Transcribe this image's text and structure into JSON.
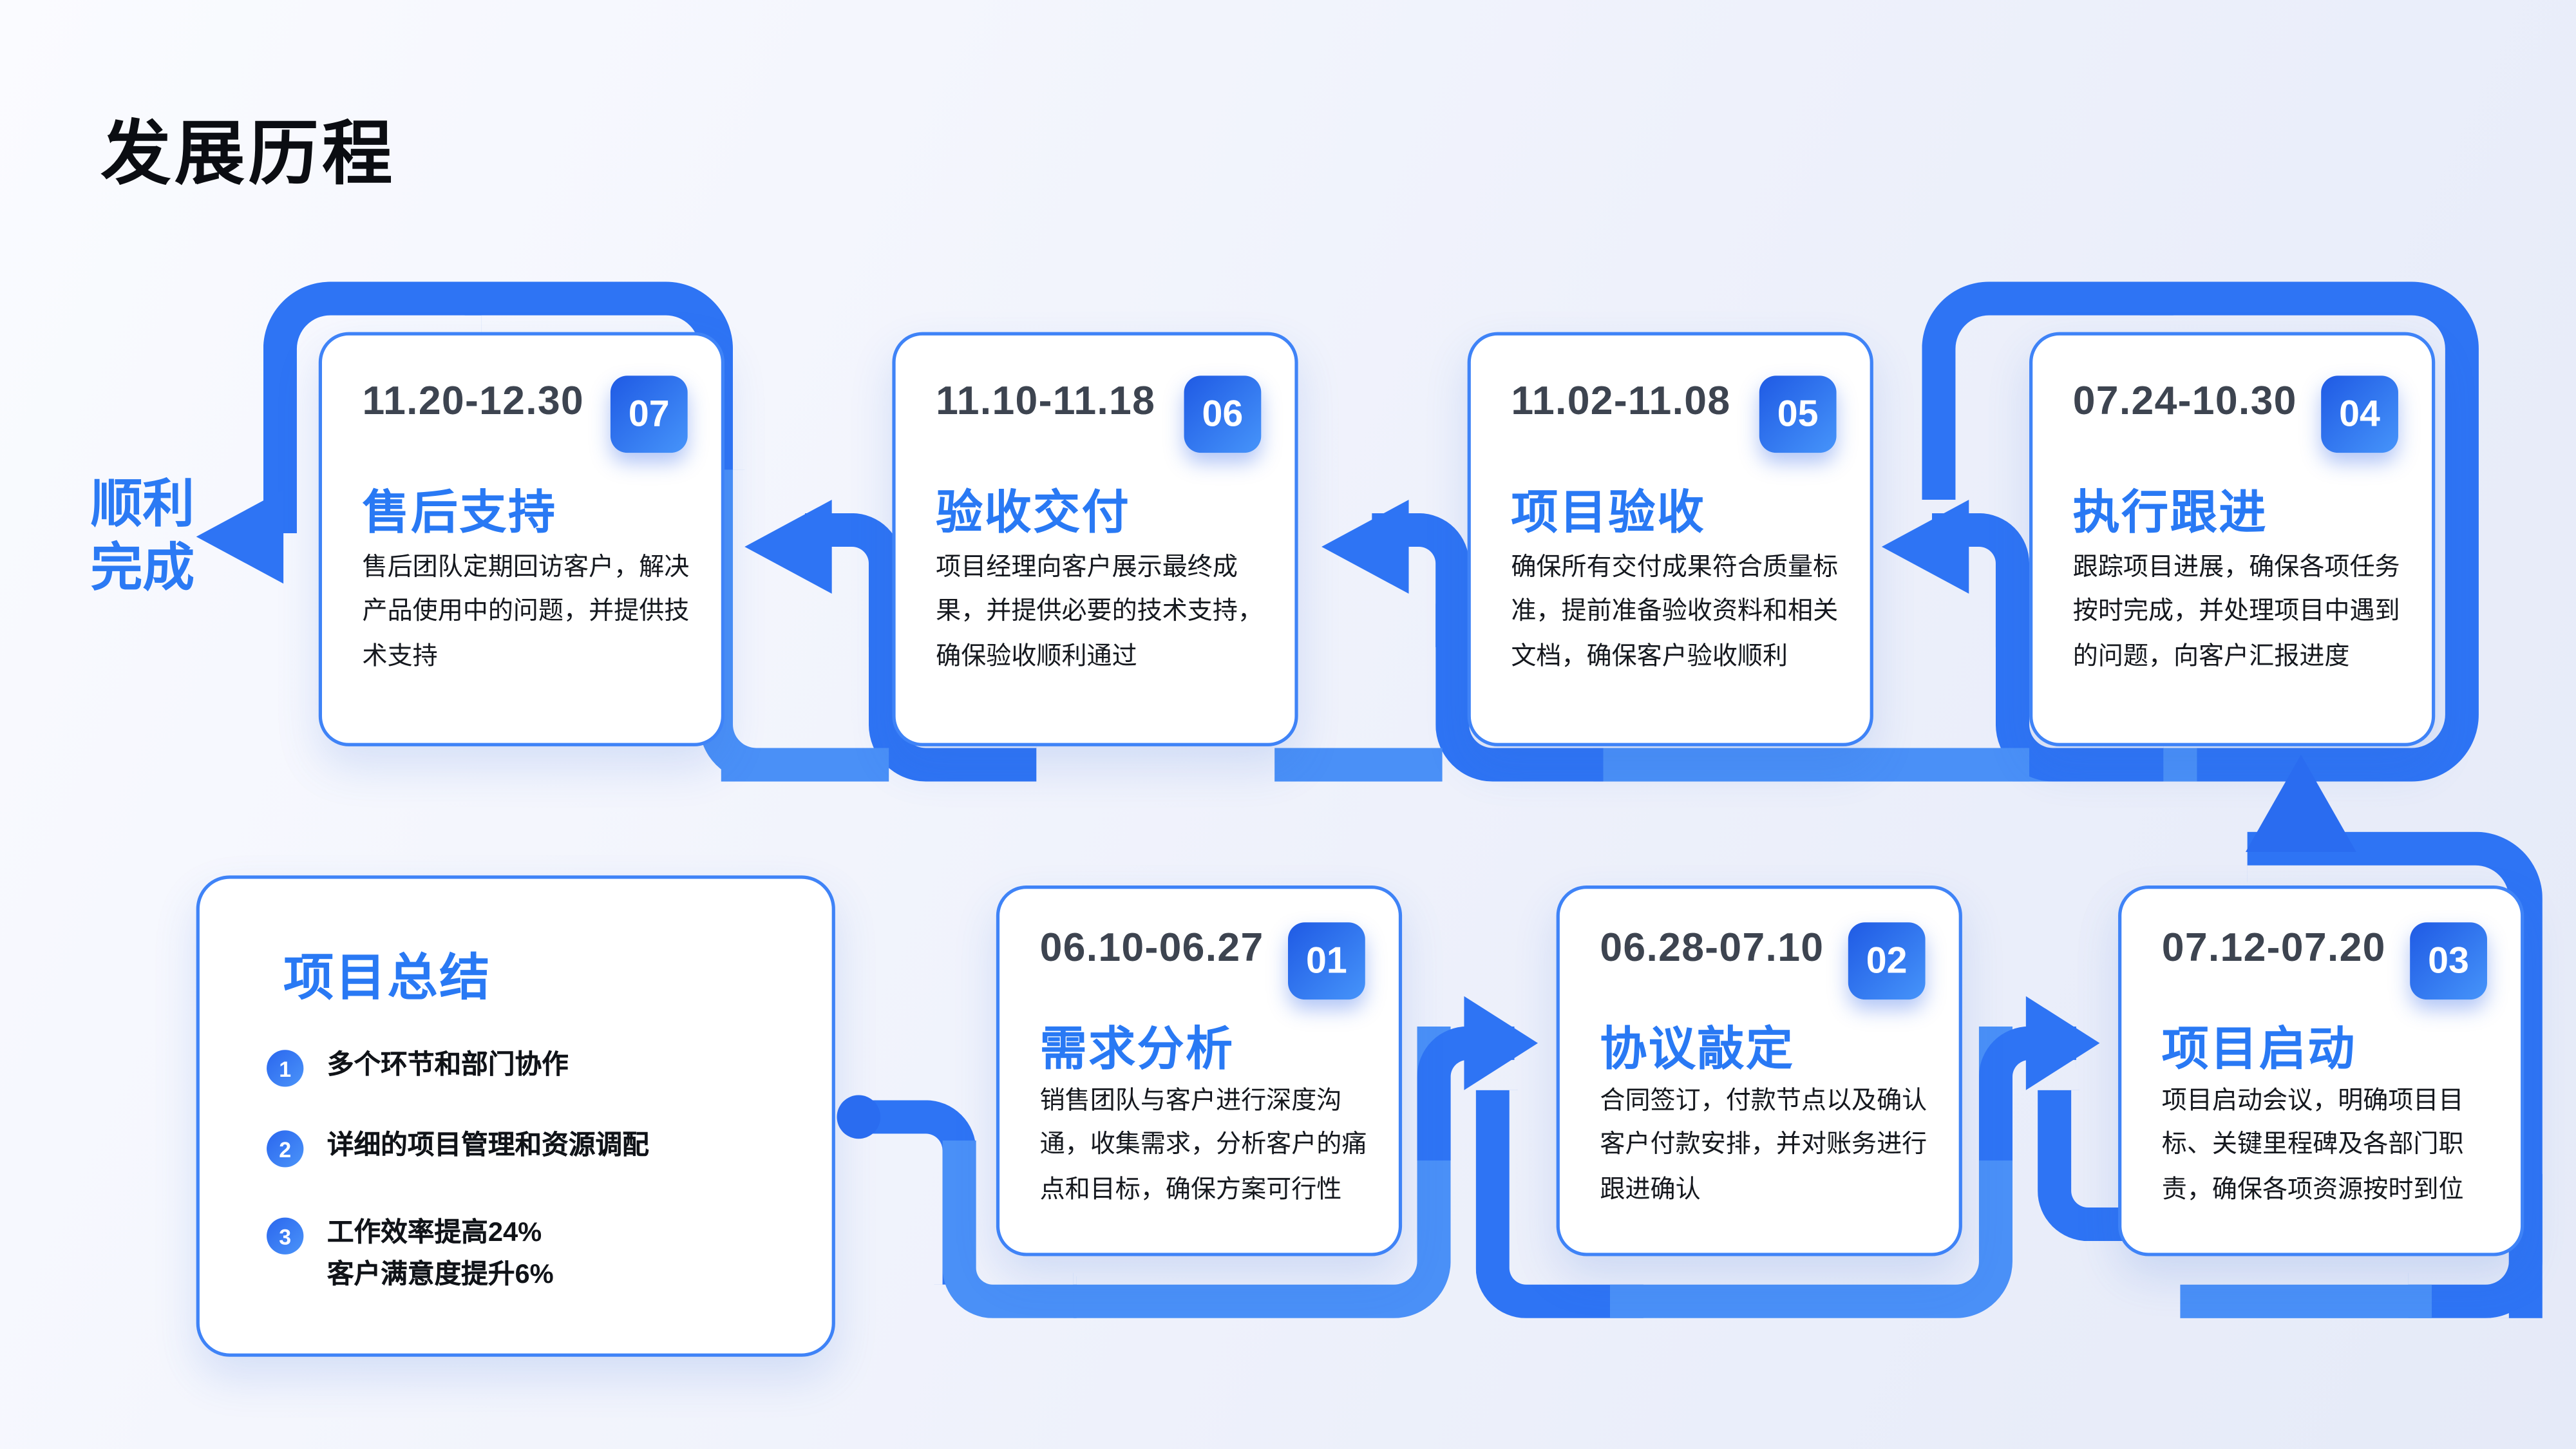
{
  "page": {
    "title": "发展历程"
  },
  "finish": {
    "label": "顺利\n完成"
  },
  "summary": {
    "title": "项目总结",
    "items": [
      {
        "num": "1",
        "text": "多个环节和部门协作"
      },
      {
        "num": "2",
        "text": "详细的项目管理和资源调配"
      },
      {
        "num": "3",
        "text": "工作效率提高24%\n客户满意度提升6%"
      }
    ]
  },
  "steps": [
    {
      "num": "01",
      "date": "06.10-06.27",
      "title": "需求分析",
      "desc": "销售团队与客户进行深度沟通，收集需求，分析客户的痛点和目标，确保方案可行性"
    },
    {
      "num": "02",
      "date": "06.28-07.10",
      "title": "协议敲定",
      "desc": "合同签订，付款节点以及确认客户付款安排，并对账务进行跟进确认"
    },
    {
      "num": "03",
      "date": "07.12-07.20",
      "title": "项目启动",
      "desc": "项目启动会议，明确项目目标、关键里程碑及各部门职责，确保各项资源按时到位"
    },
    {
      "num": "04",
      "date": "07.24-10.30",
      "title": "执行跟进",
      "desc": "跟踪项目进展，确保各项任务按时完成，并处理项目中遇到的问题，向客户汇报进度"
    },
    {
      "num": "05",
      "date": "11.02-11.08",
      "title": "项目验收",
      "desc": "确保所有交付成果符合质量标准，提前准备验收资料和相关文档，确保客户验收顺利"
    },
    {
      "num": "06",
      "date": "11.10-11.18",
      "title": "验收交付",
      "desc": "项目经理向客户展示最终成果，并提供必要的技术支持，确保验收顺利通过"
    },
    {
      "num": "07",
      "date": "11.20-12.30",
      "title": "售后支持",
      "desc": "售后团队定期回访客户，解决产品使用中的问题，并提供技术支持"
    }
  ],
  "colors": {
    "accent_blue": "#2e74f4",
    "light_band_blue": "#4a90f7",
    "badge_gradient": [
      "#1f5ae4",
      "#4694fa"
    ],
    "title_text": "#0b0d12",
    "step_title_blue": "#2979f4",
    "date_text": "#3d4450"
  }
}
